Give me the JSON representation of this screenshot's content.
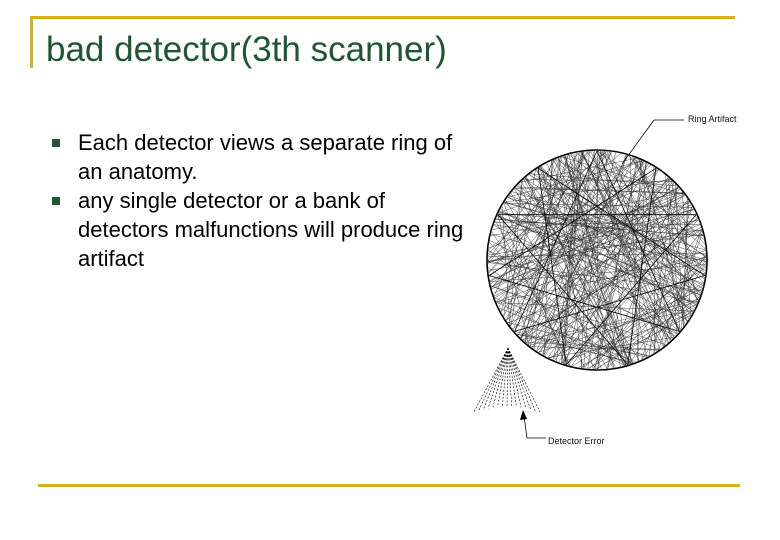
{
  "slide": {
    "title": "bad detector(3th scanner)",
    "bullets": [
      "Each detector views a separate ring of an anatomy.",
      "any single detector or a bank of detectors malfunctions will produce ring artifact"
    ]
  },
  "figure": {
    "ring_label": "Ring Artifact",
    "detector_label": "Detector Error"
  },
  "colors": {
    "accent": "#d4b21a",
    "title": "#1d5631",
    "text": "#000000"
  }
}
